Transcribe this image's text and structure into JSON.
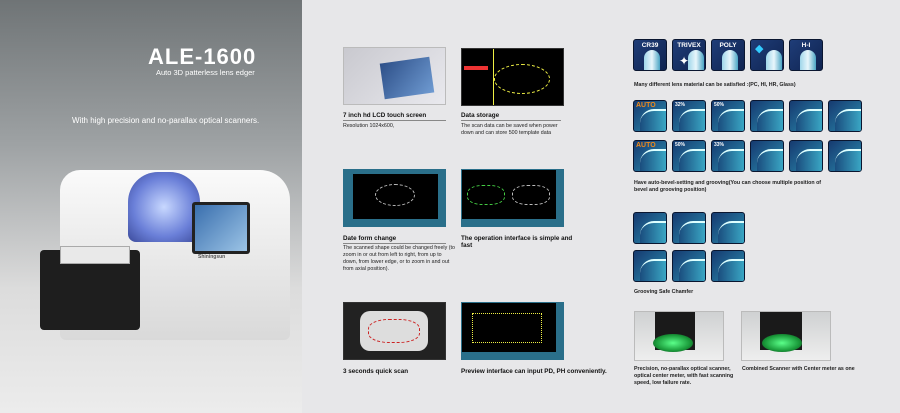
{
  "hero": {
    "title": "ALE-1600",
    "subtitle": "Auto 3D patterless lens edger",
    "tagline": "With high precision and no-parallax optical scanners.",
    "brand": "Shiningsun"
  },
  "features": [
    {
      "title": "7 inch hd LCD touch screen",
      "desc": "Resolution 1024x600,"
    },
    {
      "title": "Data storage",
      "desc": "The scan data can be saved when power down and can store 500 template data"
    },
    {
      "title": "Date form change",
      "desc": "The scanned shape could be changed freely (to zoom in or out from left to right, from up to down, from lower edge, or to zoom in and out from axial position)."
    },
    {
      "title": "The operation interface is simple and fast",
      "desc": ""
    },
    {
      "title": "3 seconds quick scan",
      "desc": ""
    },
    {
      "title": "Preview interface can input PD, PH conveniently.",
      "desc": ""
    }
  ],
  "materials": {
    "items": [
      "CR39",
      "TRIVEX",
      "POLY",
      "",
      "H-I"
    ],
    "caption": "Many different lens material can be satisfied :(PC, HI, HR, Glass)"
  },
  "bevel": {
    "row1": [
      "AUTO",
      "32%",
      "50%",
      "",
      "",
      ""
    ],
    "row2": [
      "AUTO",
      "50%",
      "33%",
      "",
      "",
      ""
    ],
    "caption": "Have auto-bevel-setting and grooving(You can choose multiple position of bevel and grooving position)"
  },
  "grooving": {
    "caption": "Grooving   Safe Chamfer"
  },
  "scanners": [
    {
      "caption": "Precision, no-parallax optical scanner, optical center meter, with fast scanning speed, low failure rate."
    },
    {
      "caption": "Combined Scanner with Center meter as one"
    }
  ]
}
